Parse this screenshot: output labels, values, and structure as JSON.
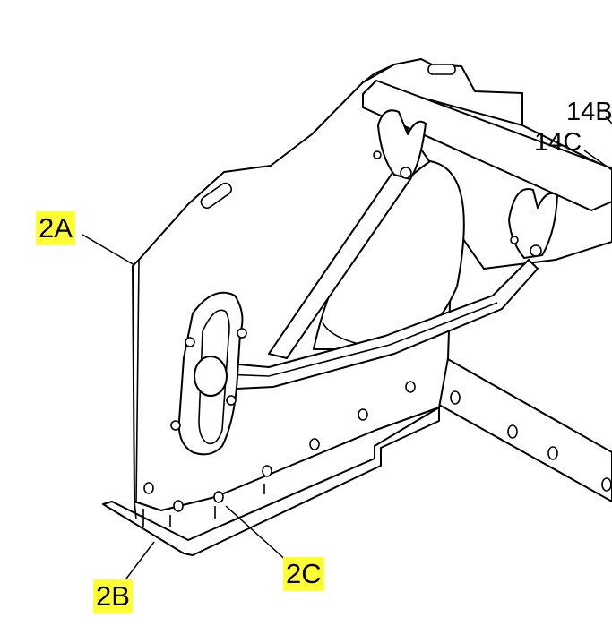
{
  "callouts": {
    "c2A": "2A",
    "c2B": "2B",
    "c2C": "2C",
    "c14B": "14B",
    "c14C": "14C"
  },
  "colors": {
    "highlight": "#ffff33",
    "line": "#000000"
  }
}
